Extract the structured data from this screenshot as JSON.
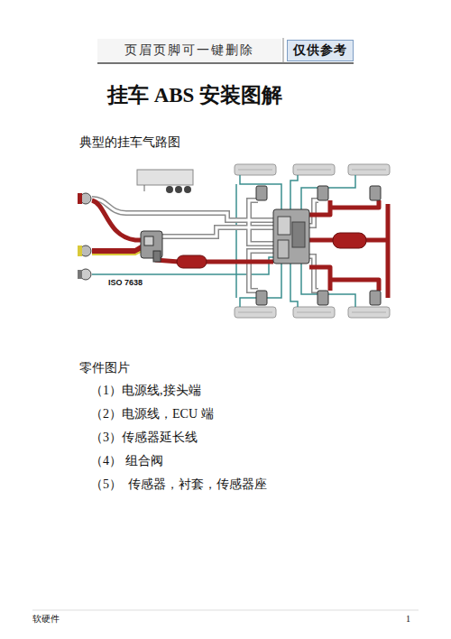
{
  "diagram": {
    "title": "挂车 ABS 安装图解",
    "nodes": [
      {
        "text": [
          "页眉页脚可一键删除"
        ]
      },
      {
        "text": [
          "仅供参考"
        ]
      }
    ],
    "labels": [
      "典型的挂车气路图",
      "ISO 7638",
      "零件图片",
      "（1）电源线,接头端",
      "（2）电源线，ECU 端",
      "（3）传感器延长线",
      "（4） 组合阀",
      "（5）  传感器，衬套，传感器座",
      "软硬件",
      "1"
    ]
  }
}
